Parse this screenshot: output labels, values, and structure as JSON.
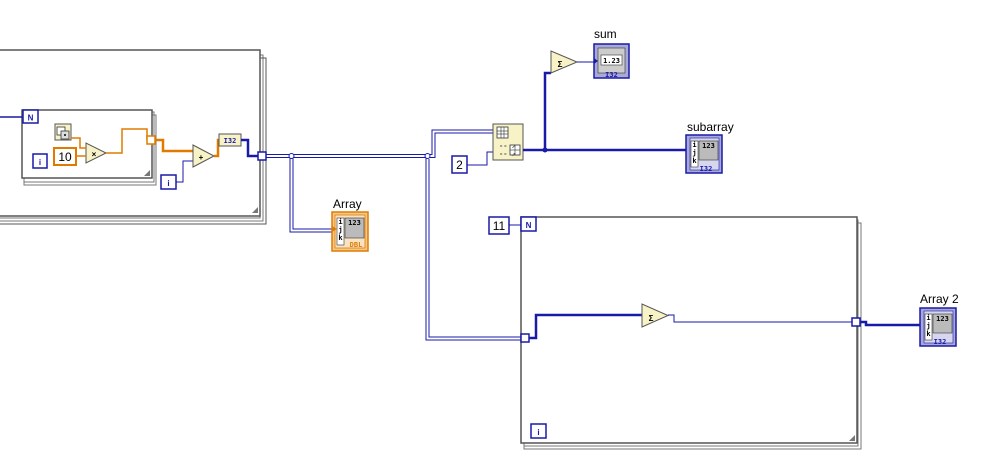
{
  "labels": {
    "sum": "sum",
    "subarray": "subarray",
    "array": "Array",
    "array2": "Array 2"
  },
  "constants": {
    "ten": "10",
    "two": "2",
    "eleven": "11"
  },
  "terminals": {
    "loop_count": "N",
    "loop_index": "i",
    "i32_indicator": "I32",
    "numeric_display": "1.23",
    "array_display": "123",
    "dbl_tag": "DBL",
    "i32_tag": "I32",
    "array_index_letters": [
      "i",
      "j",
      "k"
    ]
  },
  "operators": {
    "multiply": "×",
    "add": "+",
    "sum": "Σ"
  },
  "colors": {
    "loop_frame": "#555555",
    "int_wire": "#1a1aa8",
    "dbl_wire": "#e07b00",
    "node_fill": "#f7f3c6",
    "array_ind_fill": "#a9a9d8"
  }
}
